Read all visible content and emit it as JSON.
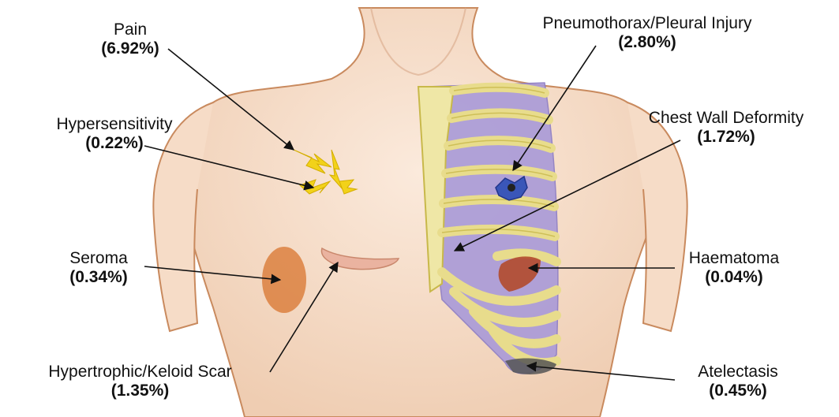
{
  "annotations": [
    {
      "id": "pain",
      "name": "Pain",
      "pct": "(6.92%)"
    },
    {
      "id": "hypersensitivity",
      "name": "Hypersensitivity",
      "pct": "(0.22%)"
    },
    {
      "id": "seroma",
      "name": "Seroma",
      "pct": "(0.34%)"
    },
    {
      "id": "scar",
      "name": "Hypertrophic/Keloid Scar",
      "pct": "(1.35%)"
    },
    {
      "id": "pneumothorax",
      "name": "Pneumothorax/Pleural Injury",
      "pct": "(2.80%)"
    },
    {
      "id": "chestwall",
      "name": "Chest Wall Deformity",
      "pct": "(1.72%)"
    },
    {
      "id": "haematoma",
      "name": "Haematoma",
      "pct": "(0.04%)"
    },
    {
      "id": "atelectasis",
      "name": "Atelectasis",
      "pct": "(0.45%)"
    }
  ],
  "colors": {
    "skin": "#f4d9c4",
    "skin_outline": "#c98a5e",
    "lung": "#a99ad8",
    "rib": "#efe7a6",
    "rib_outline": "#c8b84a",
    "pain_bolt": "#f2d21a",
    "seroma": "#d8742e",
    "scar": "#eab3a0",
    "haematoma": "#b24a2c",
    "pneumothorax": "#3a56b8",
    "atelectasis": "#555555",
    "arrow": "#111111"
  }
}
